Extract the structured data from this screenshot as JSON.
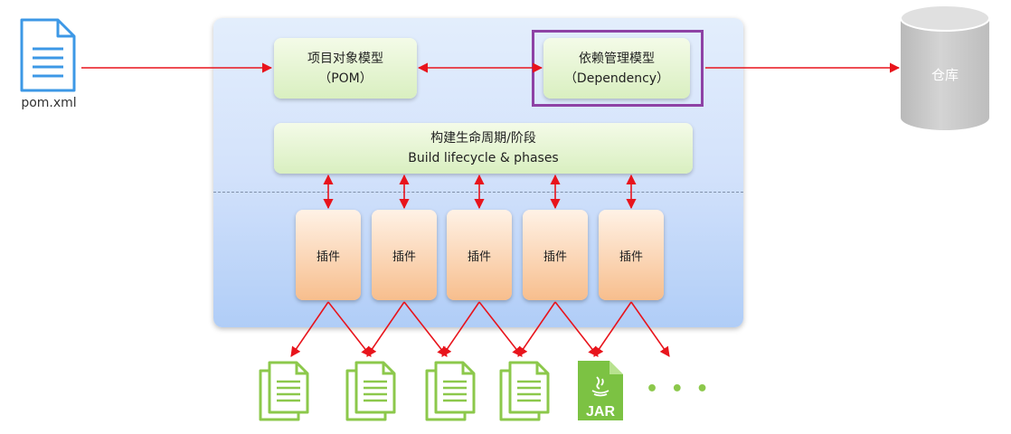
{
  "pom_file": {
    "label": "pom.xml"
  },
  "pom_model": {
    "line1": "项目对象模型",
    "line2": "（POM）"
  },
  "dependency_model": {
    "line1": "依赖管理模型",
    "line2": "（Dependency）"
  },
  "lifecycle": {
    "line1": "构建生命周期/阶段",
    "line2": "Build lifecycle & phases"
  },
  "plugins": [
    "插件",
    "插件",
    "插件",
    "插件",
    "插件"
  ],
  "repository": {
    "label": "仓库"
  },
  "outputs": {
    "files": [
      "document-icon",
      "document-icon",
      "document-icon",
      "document-icon"
    ],
    "jar_label": "JAR",
    "ellipsis": "• • •"
  },
  "colors": {
    "arrow": "#e8141c",
    "highlight": "#8e42a5",
    "doc_blue": "#3d98e6",
    "doc_green": "#8cc84b",
    "repo_gray": "#c8c8c8"
  }
}
